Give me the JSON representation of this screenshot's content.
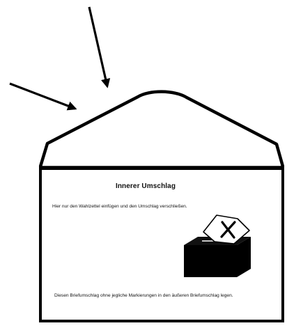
{
  "envelope": {
    "title": "Innerer Umschlag",
    "instruction_insert": "Hier nur den Wahlzettel einfügen und den Umschlag verschließen.",
    "instruction_outer": "Diesen Briefumschlag ohne jegliche Markierungen in den äußeren Briefumschlag legen."
  },
  "icons": {
    "arrow_upper": "arrow-icon",
    "arrow_left": "arrow-icon",
    "ballot_box": "ballot-box-icon",
    "ballot_paper": "ballot-paper-icon"
  },
  "colors": {
    "ink": "#000000",
    "paper": "#ffffff"
  }
}
